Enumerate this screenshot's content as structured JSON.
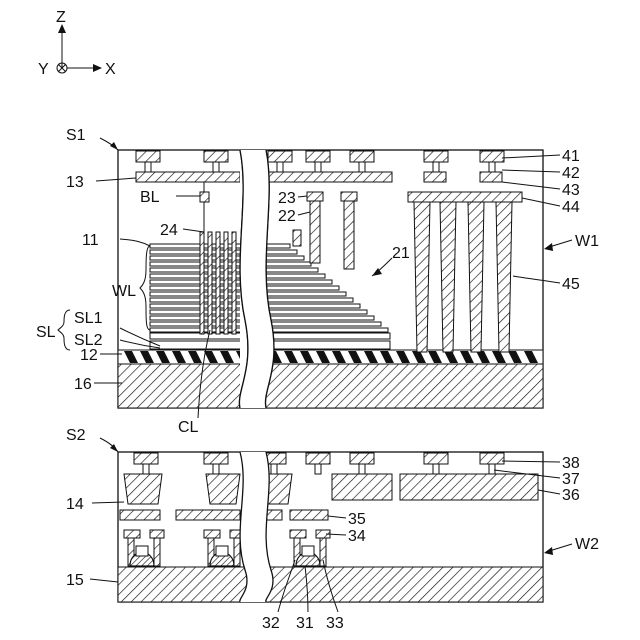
{
  "axes": {
    "z": "Z",
    "y": "Y",
    "x": "X"
  },
  "labels": {
    "s1": "S1",
    "s2": "S2",
    "w1": "W1",
    "w2": "W2",
    "n13": "13",
    "n11": "11",
    "n12": "12",
    "n16": "16",
    "wl": "WL",
    "sl": "SL",
    "sl1": "SL1",
    "sl2": "SL2",
    "bl": "BL",
    "n24": "24",
    "n23": "23",
    "n22": "22",
    "n21": "21",
    "cl": "CL",
    "n41": "41",
    "n42": "42",
    "n43": "43",
    "n44": "44",
    "n45": "45",
    "n14": "14",
    "n15": "15",
    "n38": "38",
    "n37": "37",
    "n36": "36",
    "n35": "35",
    "n34": "34",
    "n32": "32",
    "n31": "31",
    "n33": "33"
  }
}
